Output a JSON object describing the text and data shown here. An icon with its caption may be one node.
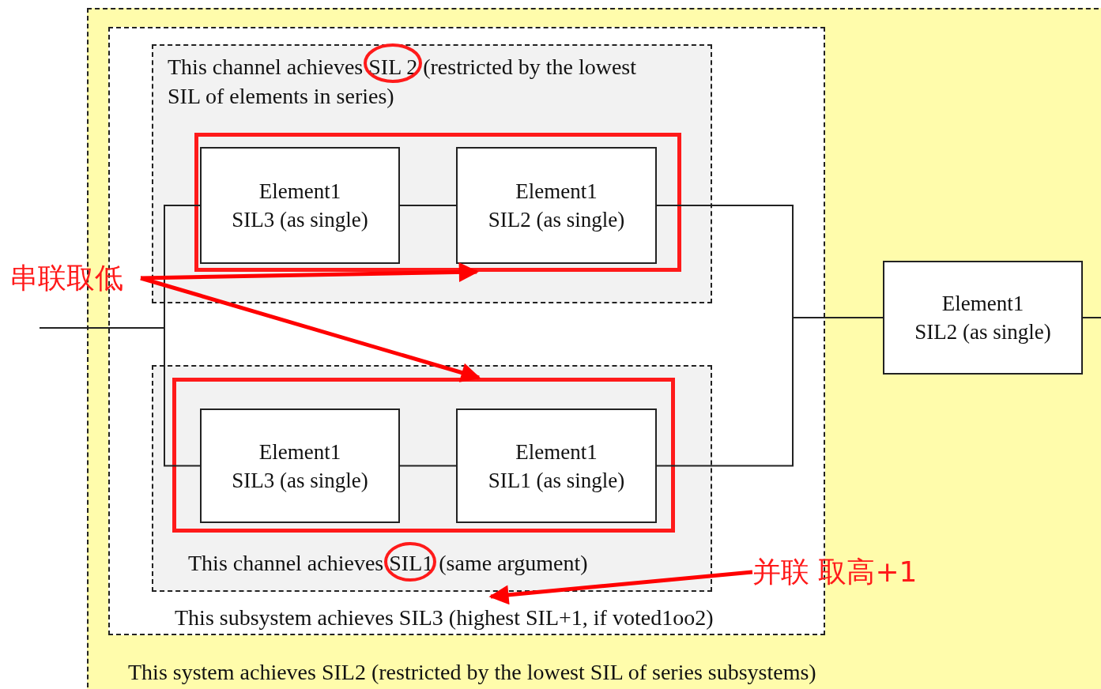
{
  "diagram": {
    "nodes": [
      {
        "text": [
          "This system achieves SIL2 (restricted by the lowest SIL of series subsystems)"
        ]
      },
      {
        "text": [
          "This subsystem achieves SIL3 (highest SIL+1, if voted1oo2)"
        ],
        "in": 0
      },
      {
        "text": [
          "This channel achieves SIL 2 (restricted by the lowest SIL of elements in series)"
        ],
        "in": 1
      },
      {
        "text": [],
        "shape": "box",
        "in": 2
      },
      {
        "text": [
          "Element1",
          "SIL3 (as single)"
        ],
        "in": 3
      },
      {
        "text": [
          "Element1",
          "SIL2 (as single)"
        ],
        "in": 3
      },
      {
        "text": [
          "This channel achieves SIL1 (same argument)"
        ],
        "in": 1
      },
      {
        "text": [],
        "shape": "box",
        "in": 6
      },
      {
        "text": [
          "Element1",
          "SIL3 (as single)"
        ],
        "in": 7
      },
      {
        "text": [
          "Element1",
          "SIL1 (as single)"
        ],
        "in": 7
      },
      {
        "text": [
          "Element1",
          "SIL2 (as single)"
        ],
        "in": 0
      },
      {
        "text": [
          "串联取低"
        ]
      },
      {
        "text": [
          "并联 取高+1"
        ],
        "in": 0
      }
    ],
    "edges": [
      {
        "from": null,
        "to": 4,
        "arrow": "none"
      },
      {
        "from": null,
        "to": 8,
        "arrow": "none"
      },
      {
        "from": 4,
        "to": 5,
        "arrow": "none"
      },
      {
        "from": 8,
        "to": 9,
        "arrow": "none"
      },
      {
        "from": 5,
        "to": 10,
        "arrow": "none"
      },
      {
        "from": 9,
        "to": 10,
        "arrow": "none"
      },
      {
        "from": 10,
        "to": null,
        "arrow": "none"
      },
      {
        "from": 11,
        "to": 3,
        "arrow": "to",
        "style": "thick",
        "color": "#ff0000"
      },
      {
        "from": 11,
        "to": 7,
        "arrow": "to",
        "style": "thick",
        "color": "#ff0000"
      },
      {
        "from": 12,
        "to": 1,
        "arrow": "to",
        "style": "thick",
        "color": "#ff0000"
      }
    ]
  }
}
